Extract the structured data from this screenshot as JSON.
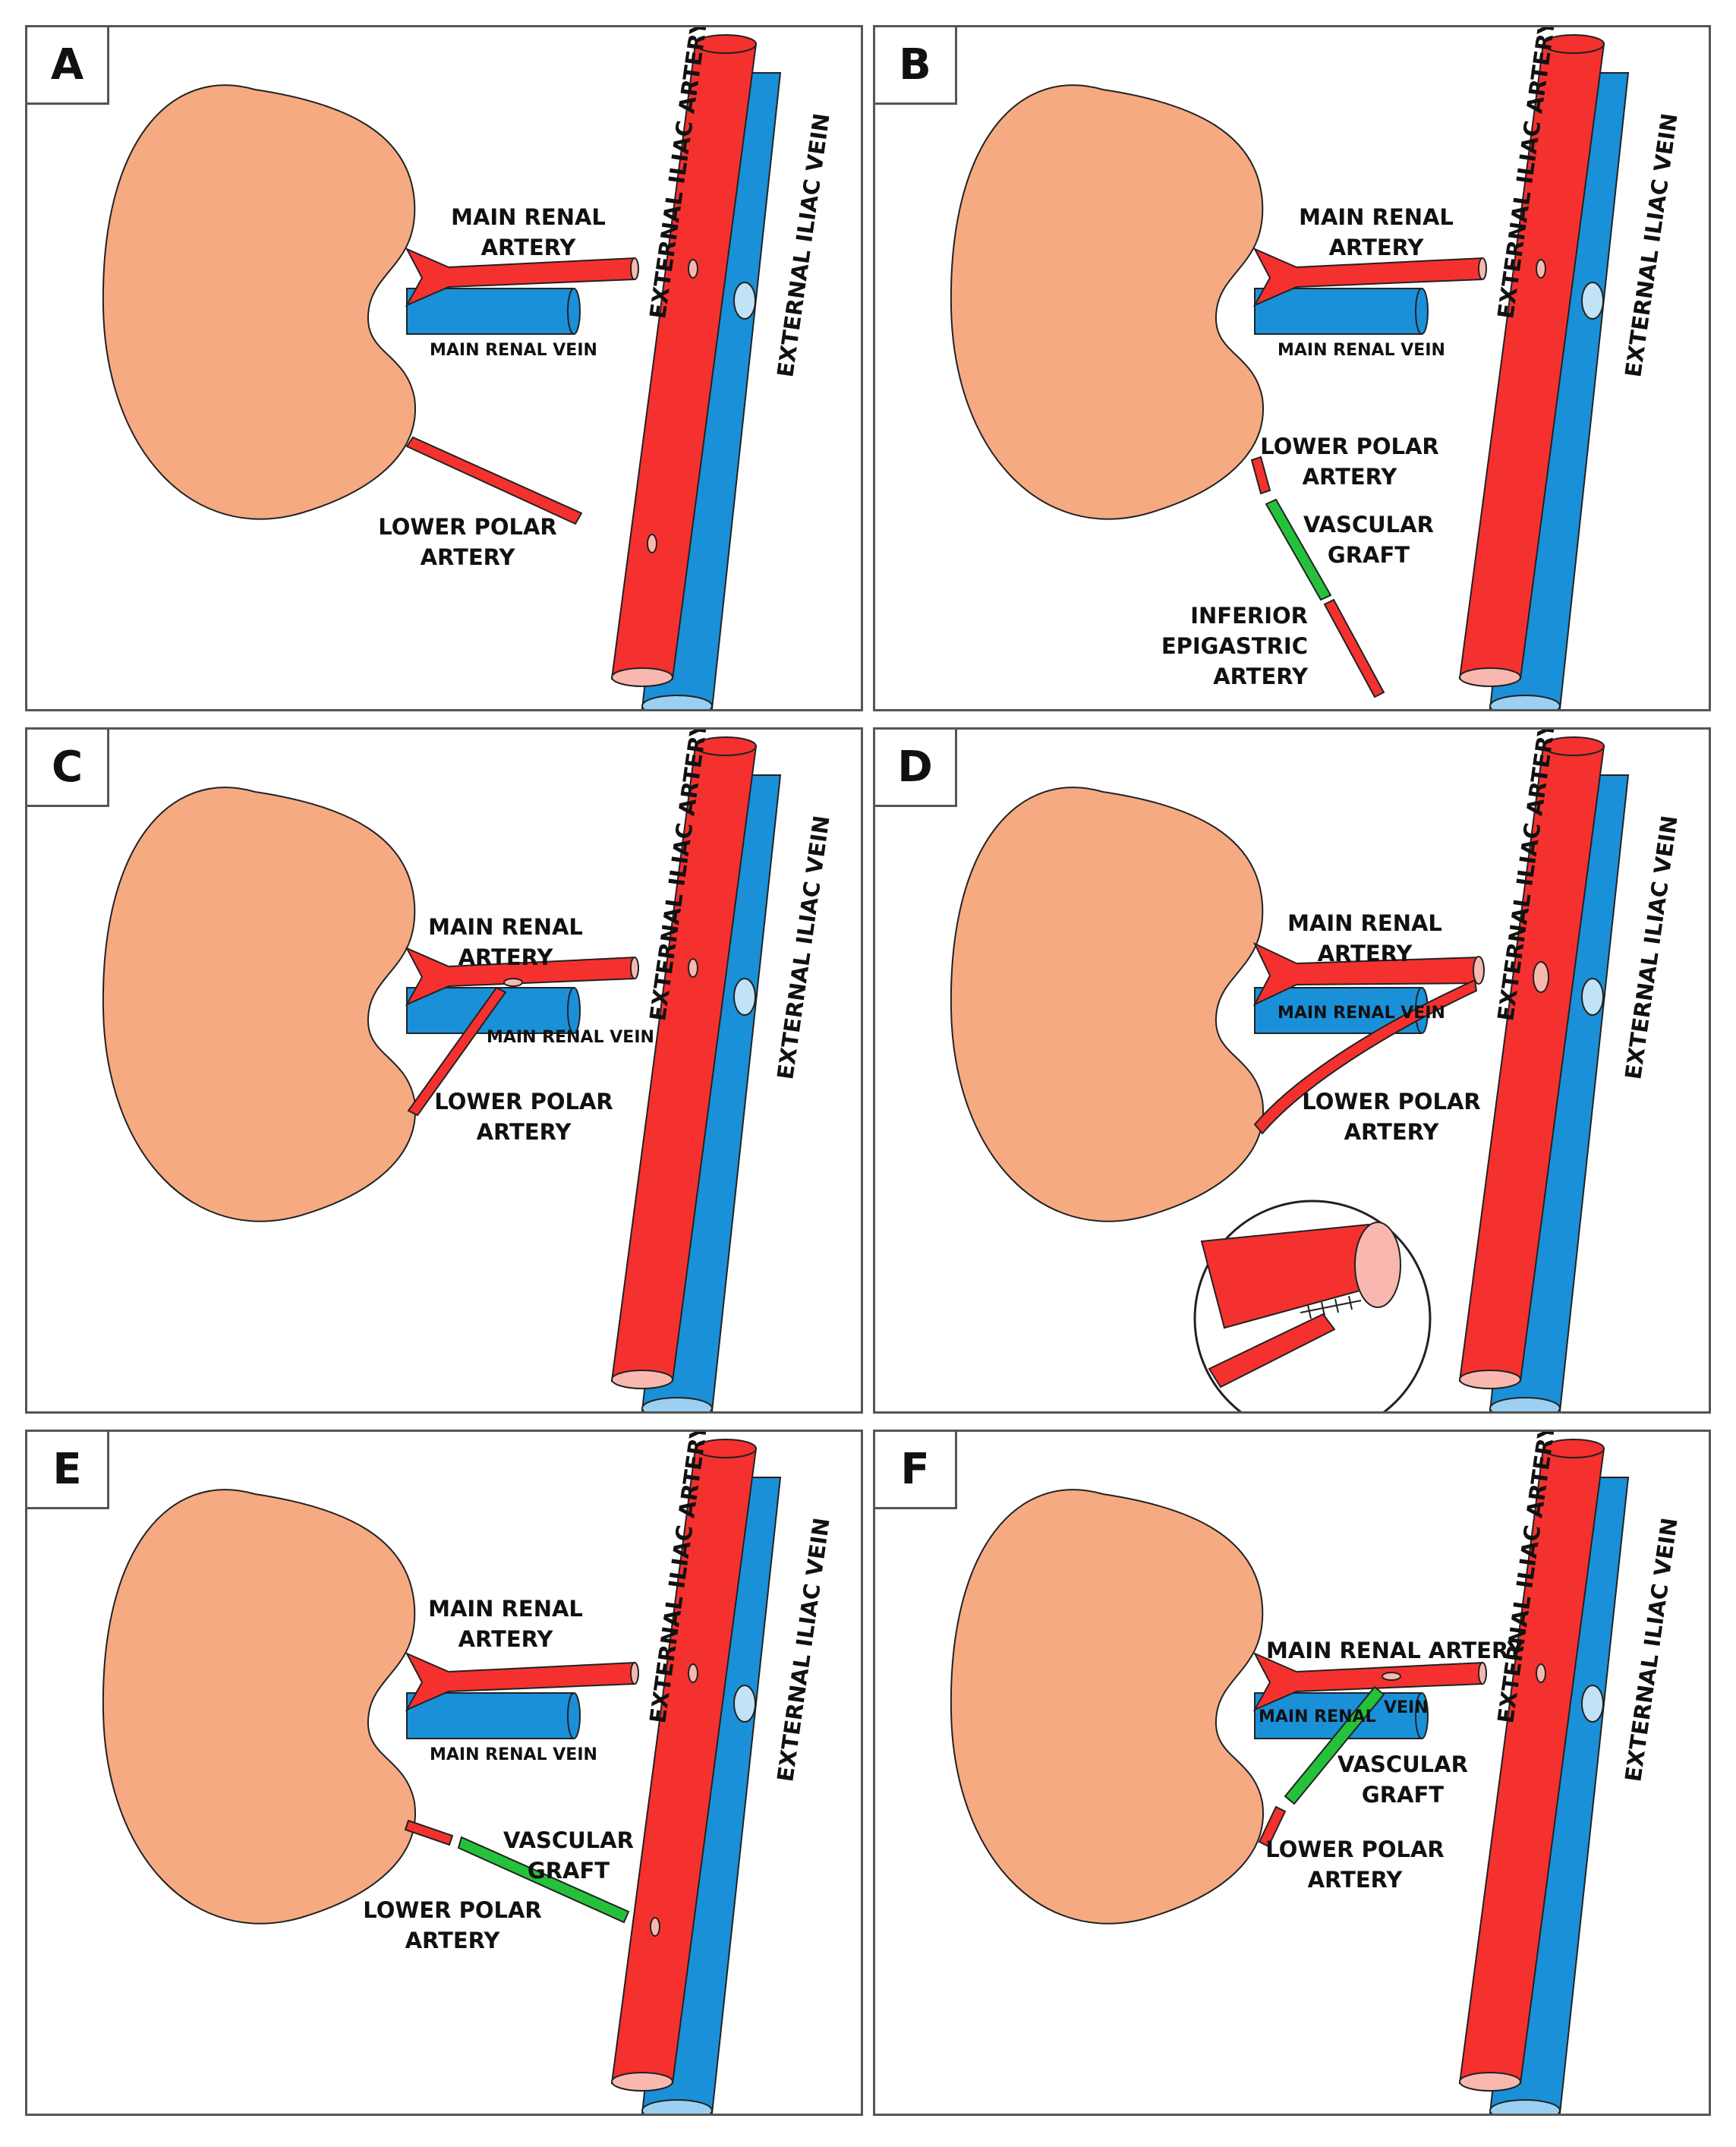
{
  "colors": {
    "kidney": "#f6aa82",
    "artery": "#f4312f",
    "vein": "#1a90d8",
    "graft": "#25c13a",
    "artery_lumen": "#f8b8b0",
    "vein_lumen": "#c0e4f6"
  },
  "panels": [
    {
      "letter": "A",
      "labels": {
        "main_renal_artery_1": "MAIN RENAL",
        "main_renal_artery_2": "ARTERY",
        "main_renal_vein": "MAIN RENAL VEIN",
        "lower_polar_1": "LOWER POLAR",
        "lower_polar_2": "ARTERY",
        "ext_iliac_artery": "EXTERNAL ILIAC ARTERY",
        "ext_iliac_vein": "EXTERNAL ILIAC VEIN"
      }
    },
    {
      "letter": "B",
      "labels": {
        "main_renal_artery_1": "MAIN RENAL",
        "main_renal_artery_2": "ARTERY",
        "main_renal_vein": "MAIN RENAL VEIN",
        "lower_polar_1": "LOWER POLAR",
        "lower_polar_2": "ARTERY",
        "graft_1": "VASCULAR",
        "graft_2": "GRAFT",
        "epigastric_1": "INFERIOR",
        "epigastric_2": "EPIGASTRIC",
        "epigastric_3": "ARTERY",
        "ext_iliac_artery": "EXTERNAL ILIAC ARTERY",
        "ext_iliac_vein": "EXTERNAL ILIAC VEIN"
      }
    },
    {
      "letter": "C",
      "labels": {
        "main_renal_artery_1": "MAIN RENAL",
        "main_renal_artery_2": "ARTERY",
        "main_renal_vein": "MAIN RENAL VEIN",
        "lower_polar_1": "LOWER POLAR",
        "lower_polar_2": "ARTERY",
        "ext_iliac_artery": "EXTERNAL ILIAC ARTERY",
        "ext_iliac_vein": "EXTERNAL ILIAC VEIN"
      }
    },
    {
      "letter": "D",
      "labels": {
        "main_renal_artery_1": "MAIN RENAL",
        "main_renal_artery_2": "ARTERY",
        "main_renal_vein": "MAIN RENAL VEIN",
        "lower_polar_1": "LOWER POLAR",
        "lower_polar_2": "ARTERY",
        "ext_iliac_artery": "EXTERNAL ILIAC ARTERY",
        "ext_iliac_vein": "EXTERNAL ILIAC VEIN"
      }
    },
    {
      "letter": "E",
      "labels": {
        "main_renal_artery_1": "MAIN RENAL",
        "main_renal_artery_2": "ARTERY",
        "main_renal_vein": "MAIN RENAL VEIN",
        "lower_polar_1": "LOWER POLAR",
        "lower_polar_2": "ARTERY",
        "graft_1": "VASCULAR",
        "graft_2": "GRAFT",
        "ext_iliac_artery": "EXTERNAL ILIAC ARTERY",
        "ext_iliac_vein": "EXTERNAL ILIAC VEIN"
      }
    },
    {
      "letter": "F",
      "labels": {
        "main_renal_artery_1": "MAIN RENAL ARTERY",
        "main_renal_vein_a": "MAIN RENAL",
        "main_renal_vein_b": "VEIN",
        "lower_polar_1": "LOWER POLAR",
        "lower_polar_2": "ARTERY",
        "graft_1": "VASCULAR",
        "graft_2": "GRAFT",
        "ext_iliac_artery": "EXTERNAL ILIAC ARTERY",
        "ext_iliac_vein": "EXTERNAL ILIAC VEIN"
      }
    }
  ]
}
